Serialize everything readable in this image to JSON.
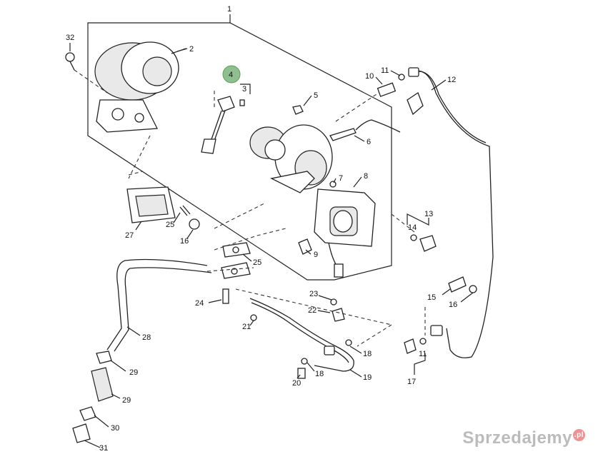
{
  "callouts": [
    {
      "id": "c1",
      "label": "1"
    },
    {
      "id": "c2",
      "label": "2"
    },
    {
      "id": "c3",
      "label": "3"
    },
    {
      "id": "c4",
      "label": "4",
      "highlighted": true
    },
    {
      "id": "c5",
      "label": "5"
    },
    {
      "id": "c6",
      "label": "6"
    },
    {
      "id": "c7",
      "label": "7"
    },
    {
      "id": "c8",
      "label": "8"
    },
    {
      "id": "c9",
      "label": "9"
    },
    {
      "id": "c10",
      "label": "10"
    },
    {
      "id": "c11a",
      "label": "11"
    },
    {
      "id": "c11b",
      "label": "11"
    },
    {
      "id": "c12",
      "label": "12"
    },
    {
      "id": "c13",
      "label": "13"
    },
    {
      "id": "c14",
      "label": "14"
    },
    {
      "id": "c15",
      "label": "15"
    },
    {
      "id": "c16a",
      "label": "16"
    },
    {
      "id": "c16b",
      "label": "16"
    },
    {
      "id": "c17",
      "label": "17"
    },
    {
      "id": "c18a",
      "label": "18"
    },
    {
      "id": "c18b",
      "label": "18"
    },
    {
      "id": "c19",
      "label": "19"
    },
    {
      "id": "c20",
      "label": "20"
    },
    {
      "id": "c21",
      "label": "21"
    },
    {
      "id": "c22",
      "label": "22"
    },
    {
      "id": "c23",
      "label": "23"
    },
    {
      "id": "c24",
      "label": "24"
    },
    {
      "id": "c25a",
      "label": "25"
    },
    {
      "id": "c25b",
      "label": "25"
    },
    {
      "id": "c27",
      "label": "27"
    },
    {
      "id": "c28",
      "label": "28"
    },
    {
      "id": "c29a",
      "label": "29"
    },
    {
      "id": "c29b",
      "label": "29"
    },
    {
      "id": "c30",
      "label": "30"
    },
    {
      "id": "c31",
      "label": "31"
    },
    {
      "id": "c32",
      "label": "32"
    }
  ],
  "highlight_color": "#8fbf8f",
  "watermark": {
    "text": "Sprzedajemy",
    "badge": ".pl"
  }
}
